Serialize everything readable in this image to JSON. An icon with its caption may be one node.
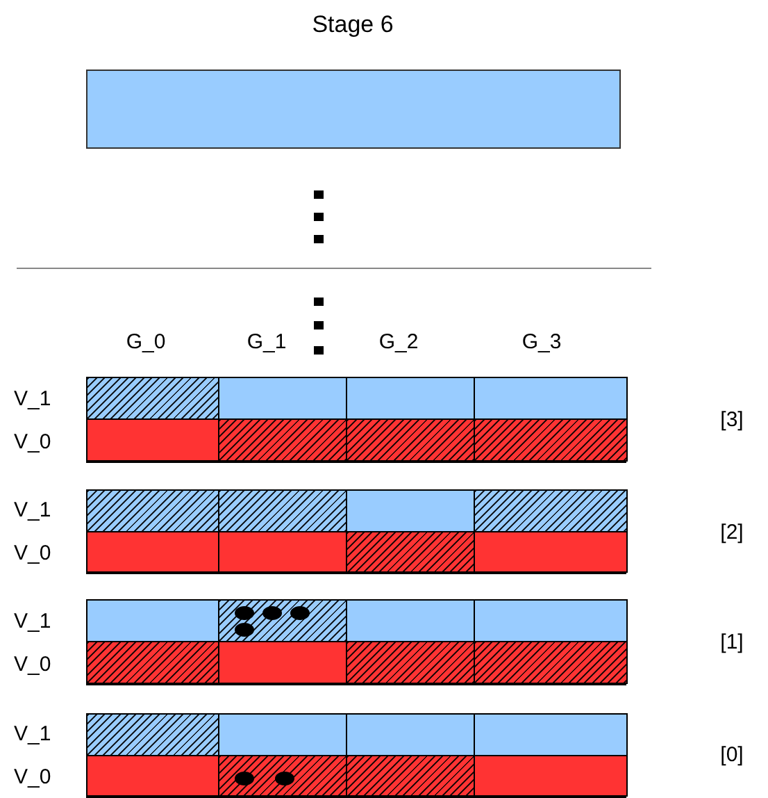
{
  "diagram": {
    "title": "Stage 6",
    "nodes": [
      {
        "text": [],
        "shape": "bar"
      },
      {
        "text": [],
        "shape": "box",
        "beside": [
          "V_1",
          "V_0"
        ]
      },
      {
        "text": [],
        "shape": "box",
        "in": 1
      },
      {
        "text": [],
        "shape": "box",
        "in": 1
      },
      {
        "text": [],
        "shape": "box",
        "in": 1
      },
      {
        "text": [],
        "shape": "box",
        "in": 1
      },
      {
        "text": [],
        "shape": "box",
        "in": 1
      },
      {
        "text": [],
        "shape": "box",
        "in": 1
      },
      {
        "text": [],
        "shape": "box",
        "in": 1
      },
      {
        "text": [],
        "shape": "box",
        "in": 1
      },
      {
        "text": [],
        "shape": "box",
        "beside": [
          "V_1",
          "V_0"
        ]
      },
      {
        "text": [],
        "shape": "box",
        "in": 10
      },
      {
        "text": [],
        "shape": "box",
        "in": 10
      },
      {
        "text": [],
        "shape": "box",
        "in": 10
      },
      {
        "text": [],
        "shape": "box",
        "in": 10
      },
      {
        "text": [],
        "shape": "box",
        "in": 10
      },
      {
        "text": [],
        "shape": "box",
        "in": 10
      },
      {
        "text": [],
        "shape": "box",
        "in": 10
      },
      {
        "text": [],
        "shape": "box",
        "in": 10
      },
      {
        "text": [],
        "shape": "box",
        "beside": [
          "V_1",
          "V_0"
        ]
      },
      {
        "text": [],
        "shape": "box",
        "in": 19
      },
      {
        "text": [],
        "shape": "box",
        "in": 19
      },
      {
        "text": [],
        "shape": "box",
        "in": 19
      },
      {
        "text": [],
        "shape": "box",
        "in": 19
      },
      {
        "text": [],
        "shape": "box",
        "in": 19
      },
      {
        "text": [],
        "shape": "box",
        "in": 19
      },
      {
        "text": [],
        "shape": "box",
        "in": 19
      },
      {
        "text": [],
        "shape": "box",
        "in": 19
      },
      {
        "text": [],
        "shape": "box",
        "beside": [
          "V_1",
          "V_0"
        ]
      },
      {
        "text": [],
        "shape": "box",
        "in": 28
      },
      {
        "text": [],
        "shape": "box",
        "in": 28
      },
      {
        "text": [],
        "shape": "box",
        "in": 28
      },
      {
        "text": [],
        "shape": "box",
        "in": 28
      },
      {
        "text": [],
        "shape": "box",
        "in": 28
      },
      {
        "text": [],
        "shape": "box",
        "in": 28
      },
      {
        "text": [],
        "shape": "box",
        "in": 28
      },
      {
        "text": [],
        "shape": "box",
        "in": 28
      }
    ],
    "labels": [
      "G_0",
      "G_1",
      "G_2",
      "G_3",
      "[3]",
      "[2]",
      "[1]",
      "[0]"
    ]
  }
}
